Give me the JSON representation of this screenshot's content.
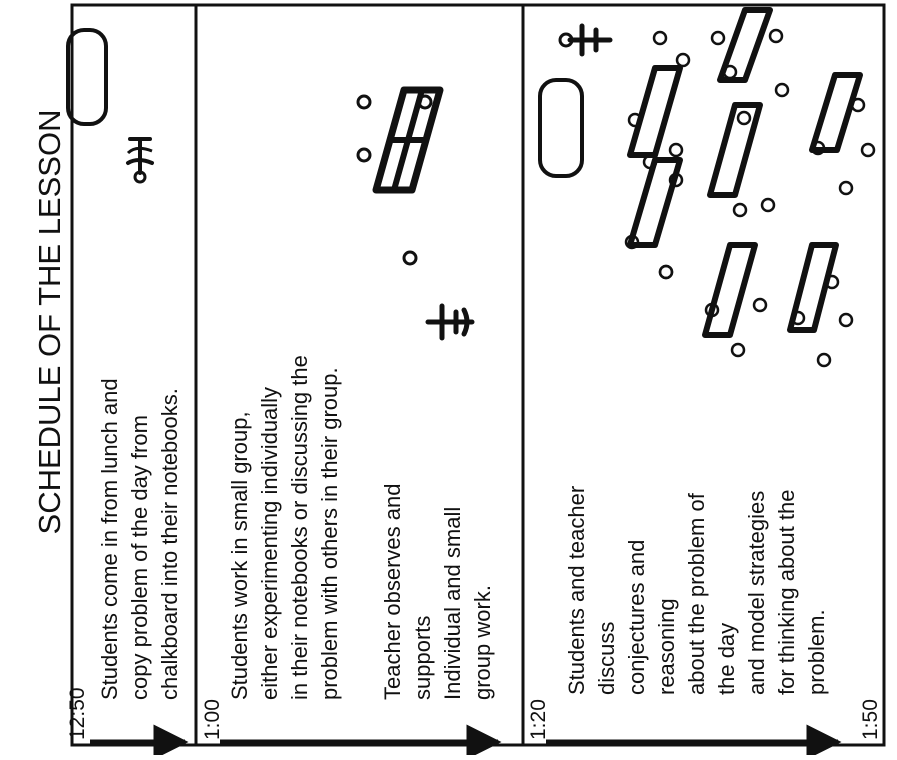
{
  "title": "SCHEDULE OF THE LESSON",
  "segments": [
    {
      "time": "12:50",
      "description": [
        "Students come in from lunch and",
        "copy problem of the day from",
        "chalkboard into their notebooks."
      ],
      "notes": []
    },
    {
      "time": "1:00",
      "description": [
        "Students work in small group,",
        "either experimenting individually",
        "in their notebooks or discussing the",
        "problem with others in their group."
      ],
      "notes": [
        "Teacher observes and",
        "supports",
        "Individual and small",
        "group work."
      ]
    },
    {
      "time": "1:20",
      "description": [
        "Students and teacher",
        "discuss",
        "conjectures and",
        "reasoning",
        "about the problem of",
        "the day",
        "and model strategies",
        "for thinking about the",
        "problem."
      ],
      "notes": []
    }
  ],
  "end_time": "1:50",
  "icons": {
    "chalkboard": "chalkboard-icon",
    "teacher": "teacher-figure-icon",
    "desk_group": "desk-group-icon"
  }
}
